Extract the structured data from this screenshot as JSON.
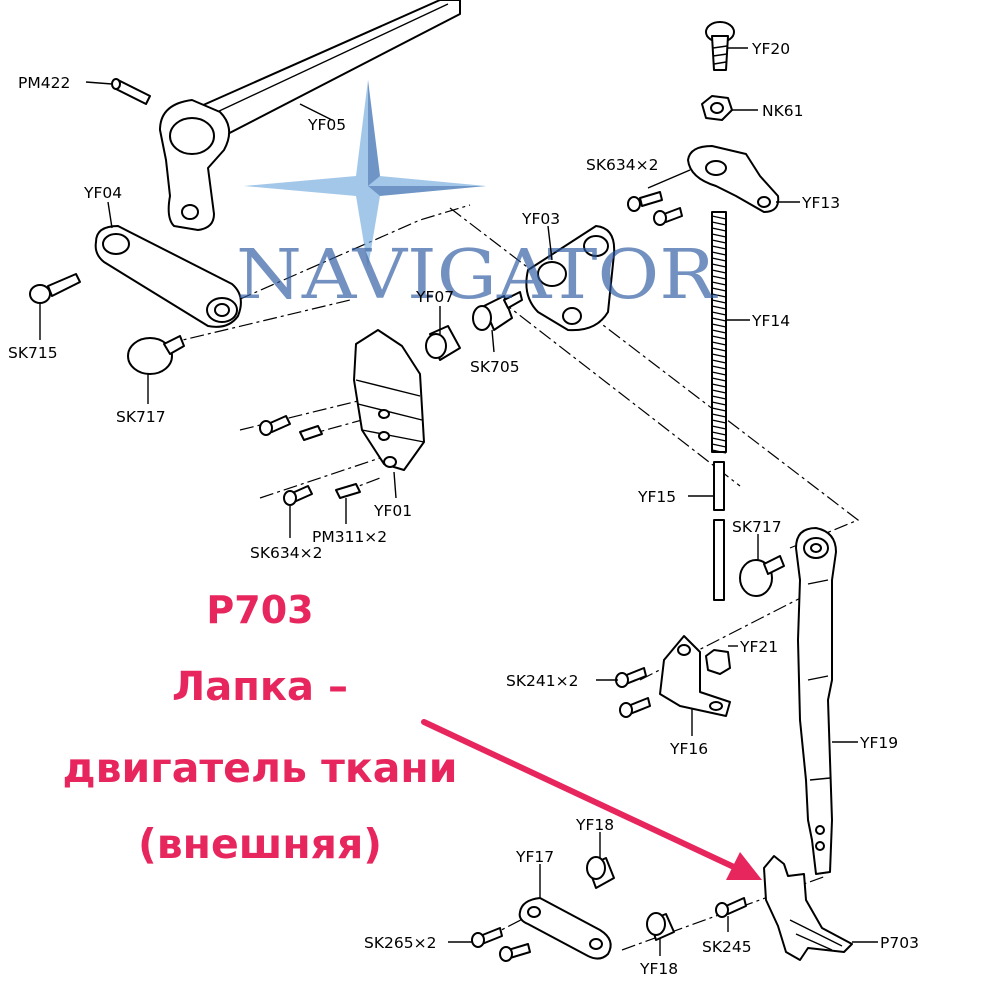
{
  "watermark": {
    "text": "NAVIGATOR",
    "colors": {
      "blue": "#2d5aa0",
      "light_blue": "#6fa8dc",
      "green": "#7cb342"
    }
  },
  "caption": {
    "code": "P703",
    "lines": [
      "Лапка –",
      "двигатель ткани",
      "(внешняя)"
    ],
    "color": "#e8265e"
  },
  "parts": [
    {
      "id": "PM422",
      "label": "PM422"
    },
    {
      "id": "YF05",
      "label": "YF05"
    },
    {
      "id": "YF04",
      "label": "YF04"
    },
    {
      "id": "SK715",
      "label": "SK715"
    },
    {
      "id": "SK717a",
      "label": "SK717"
    },
    {
      "id": "YF03",
      "label": "YF03"
    },
    {
      "id": "YF07",
      "label": "YF07"
    },
    {
      "id": "SK705",
      "label": "SK705"
    },
    {
      "id": "YF01",
      "label": "YF01"
    },
    {
      "id": "PM311",
      "label": "PM311×2"
    },
    {
      "id": "SK634a",
      "label": "SK634×2"
    },
    {
      "id": "YF20",
      "label": "YF20"
    },
    {
      "id": "NK61",
      "label": "NK61"
    },
    {
      "id": "SK634b",
      "label": "SK634×2"
    },
    {
      "id": "YF13",
      "label": "YF13"
    },
    {
      "id": "YF14",
      "label": "YF14"
    },
    {
      "id": "YF15",
      "label": "YF15"
    },
    {
      "id": "SK717b",
      "label": "SK717"
    },
    {
      "id": "YF21",
      "label": "YF21"
    },
    {
      "id": "SK241",
      "label": "SK241×2"
    },
    {
      "id": "YF16",
      "label": "YF16"
    },
    {
      "id": "YF19",
      "label": "YF19"
    },
    {
      "id": "YF18a",
      "label": "YF18"
    },
    {
      "id": "YF17",
      "label": "YF17"
    },
    {
      "id": "SK265",
      "label": "SK265×2"
    },
    {
      "id": "YF18b",
      "label": "YF18"
    },
    {
      "id": "SK245",
      "label": "SK245"
    },
    {
      "id": "P703",
      "label": "P703"
    }
  ]
}
